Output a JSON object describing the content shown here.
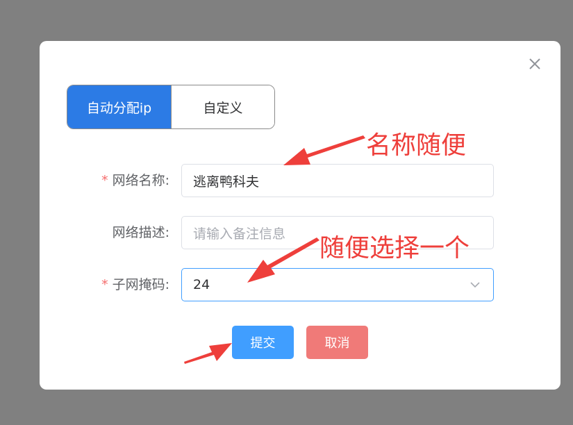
{
  "segmented": {
    "options": [
      "自动分配ip",
      "自定义"
    ],
    "active_index": 0
  },
  "form": {
    "name": {
      "label": "网络名称:",
      "required": true,
      "value": "逃离鸭科夫"
    },
    "description": {
      "label": "网络描述:",
      "required": false,
      "value": "",
      "placeholder": "请输入备注信息"
    },
    "subnet_mask": {
      "label": "子网掩码:",
      "required": true,
      "value": "24"
    }
  },
  "buttons": {
    "submit": "提交",
    "cancel": "取消"
  },
  "annotations": {
    "name_hint": "名称随便",
    "mask_hint": "随便选择一个"
  },
  "required_mark": "*",
  "colors": {
    "accent": "#409eff",
    "segment_active": "#2c7be5",
    "danger": "#f07a78",
    "annotation": "#ee3f3b"
  },
  "icons": {
    "close": "close-icon",
    "select_arrow": "chevron-down-icon"
  }
}
